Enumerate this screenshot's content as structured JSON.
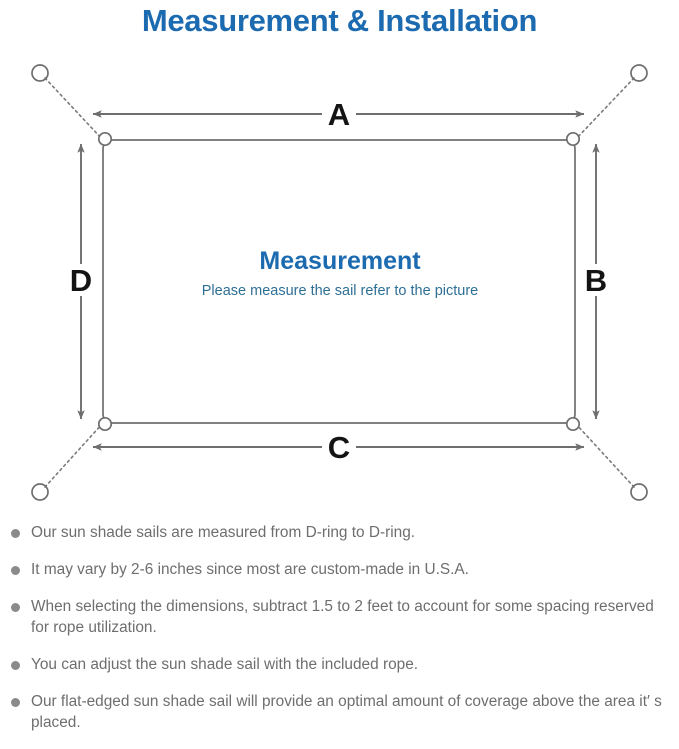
{
  "page": {
    "title": "Measurement & Installation",
    "title_color": "#1C6BB0"
  },
  "diagram": {
    "center_heading": "Measurement",
    "center_subtext": "Please measure the sail refer to the picture",
    "dimension_labels": {
      "top": "A",
      "right": "B",
      "bottom": "C",
      "left": "D"
    },
    "line_color": "#6E6E6E",
    "sail_edge_color": "#6E6E6E",
    "anchor_count": 4,
    "d_ring_count": 4
  },
  "notes": {
    "items": [
      {
        "text": "Our sun shade sails are measured from D-ring to D-ring."
      },
      {
        "text": "It may vary by 2-6 inches since most are custom-made in U.S.A."
      },
      {
        "text": "When selecting the dimensions, subtract 1.5 to 2 feet to account for some spacing reserved for rope utilization."
      },
      {
        "text": "You can adjust the sun shade sail with the included rope."
      },
      {
        "text": "Our flat-edged sun shade sail will provide an optimal amount of coverage above the area it′ s placed."
      }
    ]
  }
}
